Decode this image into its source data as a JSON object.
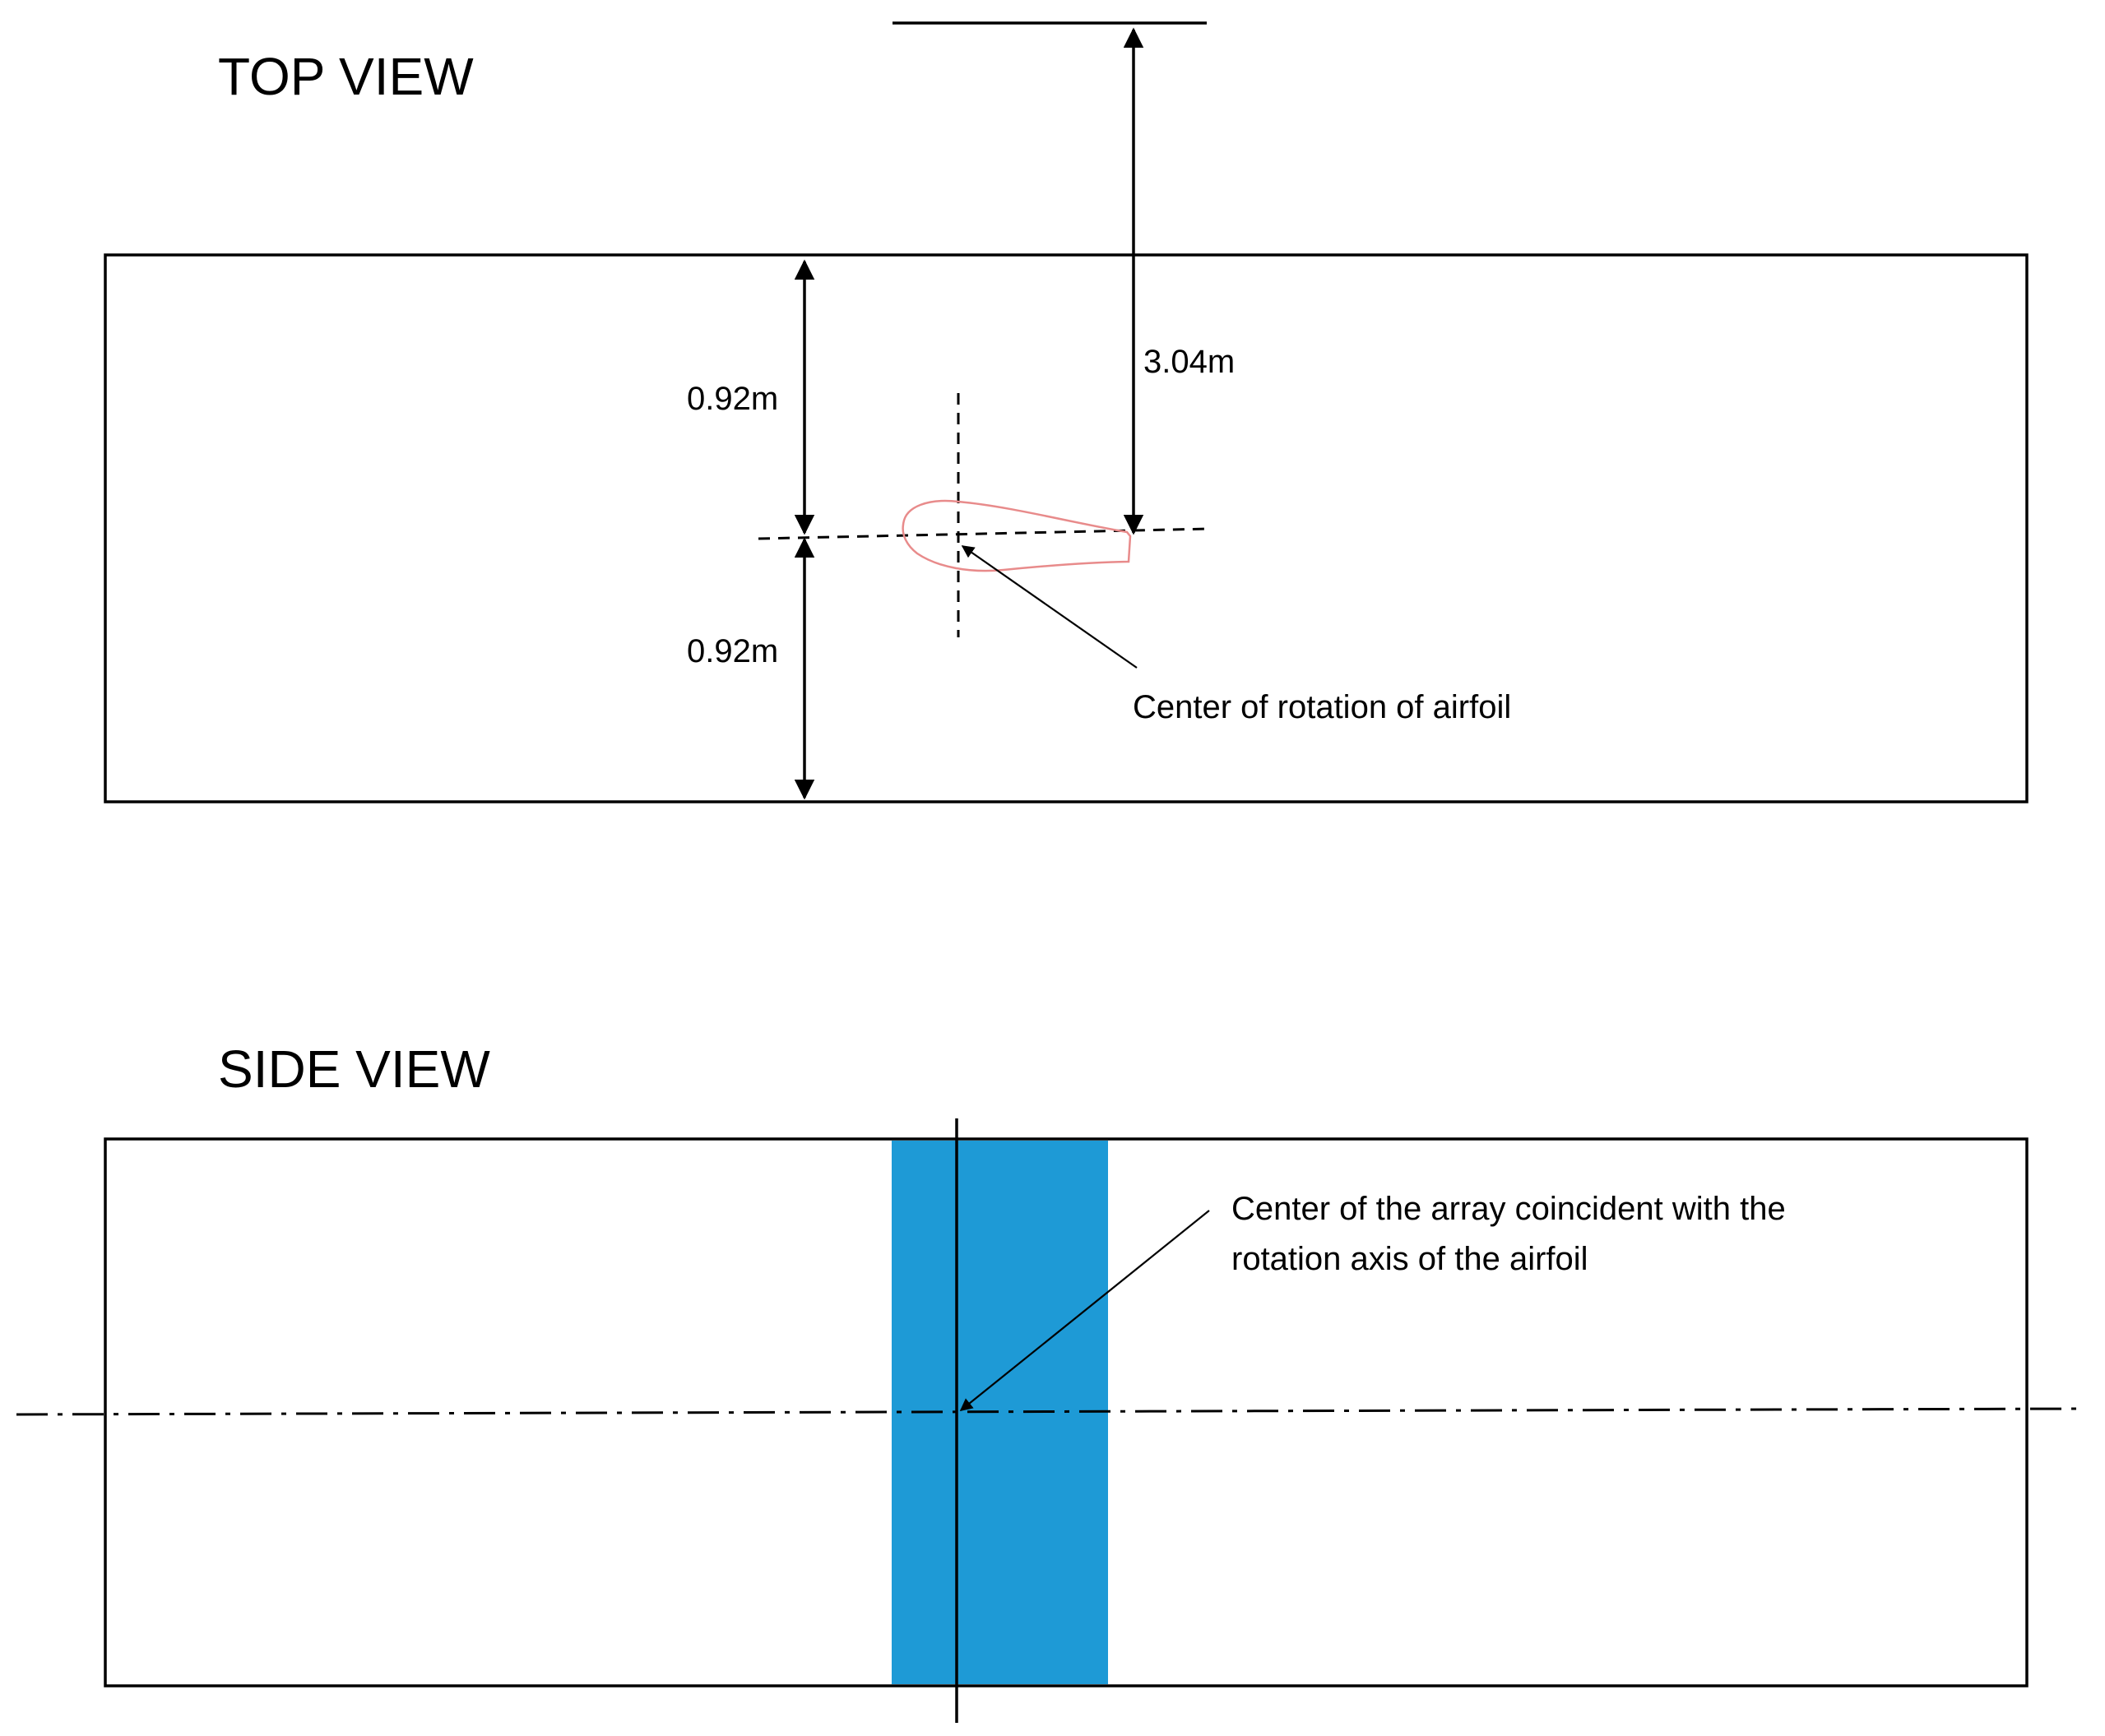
{
  "top_view": {
    "title": "TOP VIEW",
    "dimensions": {
      "upper_half": "0.92m",
      "lower_half": "0.92m",
      "airfoil_to_top_line": "3.04m"
    },
    "annotation": "Center of rotation of airfoil"
  },
  "side_view": {
    "title": "SIDE VIEW",
    "annotation_line1": "Center of the array coincident with the",
    "annotation_line2": "rotation axis of the airfoil"
  },
  "colors": {
    "array_fill": "#1e9ad6",
    "airfoil_outline": "#e88b8b",
    "line": "#000000"
  }
}
